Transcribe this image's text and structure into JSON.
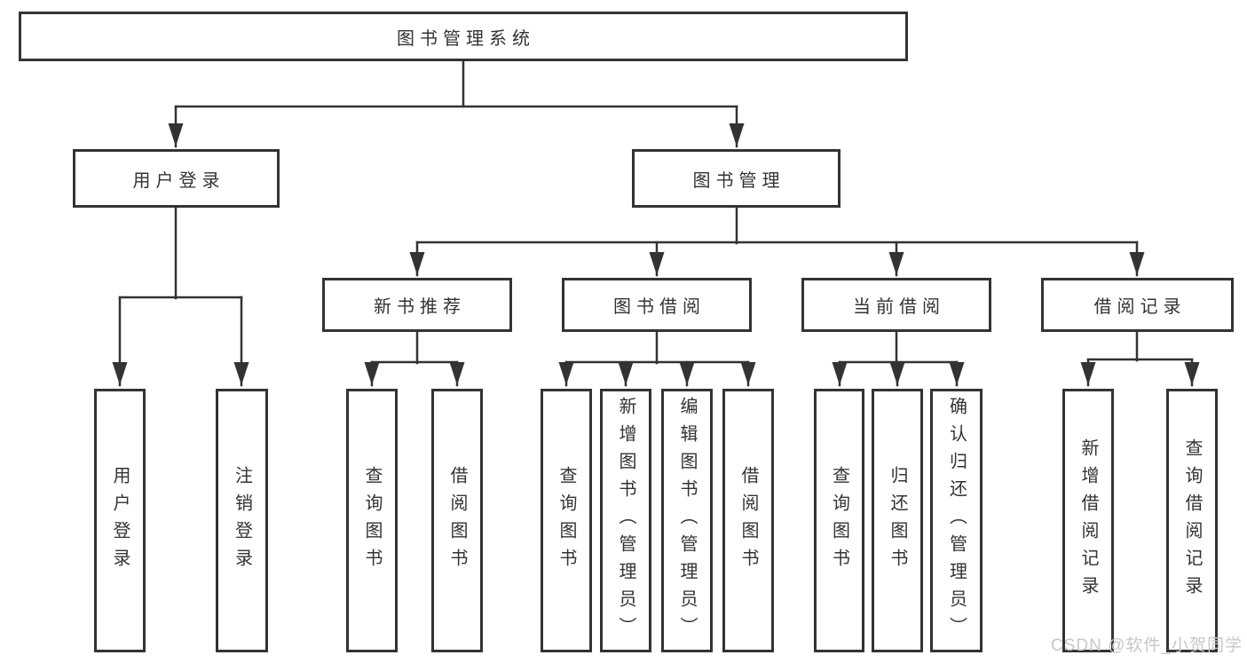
{
  "diagram": {
    "root_label": "图书管理系统",
    "level2": {
      "user_login": "用户登录",
      "book_management": "图书管理"
    },
    "level3": {
      "new_book_recommendation": "新书推荐",
      "book_borrowing": "图书借阅",
      "current_borrowing": "当前借阅",
      "borrowing_records": "借阅记录"
    },
    "leaves": {
      "user_login": [
        "用户登录",
        "注销登录"
      ],
      "new_book_recommendation": [
        "查询图书",
        "借阅图书"
      ],
      "book_borrowing": [
        "查询图书",
        "新增图书（管理员）",
        "编辑图书（管理员）",
        "借阅图书"
      ],
      "current_borrowing": [
        "查询图书",
        "归还图书",
        "确认归还（管理员）"
      ],
      "borrowing_records": [
        "新增借阅记录",
        "查询借阅记录"
      ]
    }
  },
  "watermark": {
    "text": "CSDN @软件_小贺同学"
  },
  "colors": {
    "line": "#333333",
    "box_border": "#333333",
    "text": "#333333",
    "watermark": "#c7c7c7",
    "background": "#ffffff"
  }
}
